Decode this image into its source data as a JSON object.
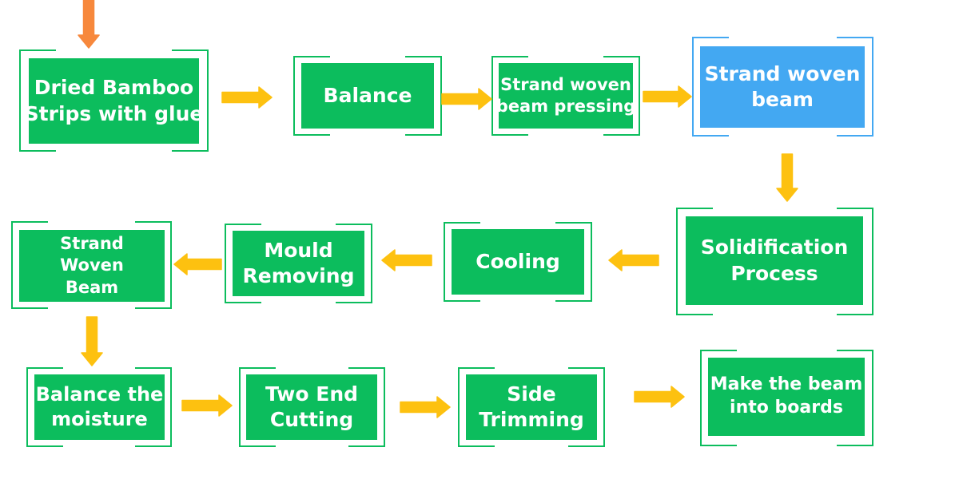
{
  "colors": {
    "box_green": "#0cbd5d",
    "box_blue": "#43a8f2",
    "frame_green": "#0cbd5d",
    "frame_blue": "#43a8f2",
    "arrow_yellow": "#fdc110",
    "arrow_orange": "#f7883c"
  },
  "steps": [
    {
      "id": "dried-bamboo-strips",
      "lines": [
        "Dried Bamboo",
        "Strips with glue"
      ],
      "color": "green"
    },
    {
      "id": "balance",
      "lines": [
        "Balance"
      ],
      "color": "green"
    },
    {
      "id": "strand-woven-beam-pressing",
      "lines": [
        "Strand woven",
        "beam pressing"
      ],
      "color": "green"
    },
    {
      "id": "strand-woven-beam",
      "lines": [
        "Strand woven",
        "beam"
      ],
      "color": "blue"
    },
    {
      "id": "solidification-process",
      "lines": [
        "Solidification",
        "Process"
      ],
      "color": "green"
    },
    {
      "id": "cooling",
      "lines": [
        "Cooling"
      ],
      "color": "green"
    },
    {
      "id": "mould-removing",
      "lines": [
        "Mould",
        "Removing"
      ],
      "color": "green"
    },
    {
      "id": "strand-woven-beam-2",
      "lines": [
        "Strand",
        "Woven",
        "Beam"
      ],
      "color": "green"
    },
    {
      "id": "balance-the-moisture",
      "lines": [
        "Balance the",
        "moisture"
      ],
      "color": "green"
    },
    {
      "id": "two-end-cutting",
      "lines": [
        "Two End",
        "Cutting"
      ],
      "color": "green"
    },
    {
      "id": "side-trimming",
      "lines": [
        "Side",
        "Trimming"
      ],
      "color": "green"
    },
    {
      "id": "make-beam-into-boards",
      "lines": [
        "Make the beam",
        "into boards"
      ],
      "color": "green"
    }
  ],
  "arrows": [
    {
      "from": "start",
      "to": "dried-bamboo-strips",
      "color": "orange"
    },
    {
      "from": "dried-bamboo-strips",
      "to": "balance",
      "color": "yellow"
    },
    {
      "from": "balance",
      "to": "strand-woven-beam-pressing",
      "color": "yellow"
    },
    {
      "from": "strand-woven-beam-pressing",
      "to": "strand-woven-beam",
      "color": "yellow"
    },
    {
      "from": "strand-woven-beam",
      "to": "solidification-process",
      "color": "yellow"
    },
    {
      "from": "solidification-process",
      "to": "cooling",
      "color": "yellow"
    },
    {
      "from": "cooling",
      "to": "mould-removing",
      "color": "yellow"
    },
    {
      "from": "mould-removing",
      "to": "strand-woven-beam-2",
      "color": "yellow"
    },
    {
      "from": "strand-woven-beam-2",
      "to": "balance-the-moisture",
      "color": "yellow"
    },
    {
      "from": "balance-the-moisture",
      "to": "two-end-cutting",
      "color": "yellow"
    },
    {
      "from": "two-end-cutting",
      "to": "side-trimming",
      "color": "yellow"
    },
    {
      "from": "side-trimming",
      "to": "make-beam-into-boards",
      "color": "yellow"
    }
  ]
}
